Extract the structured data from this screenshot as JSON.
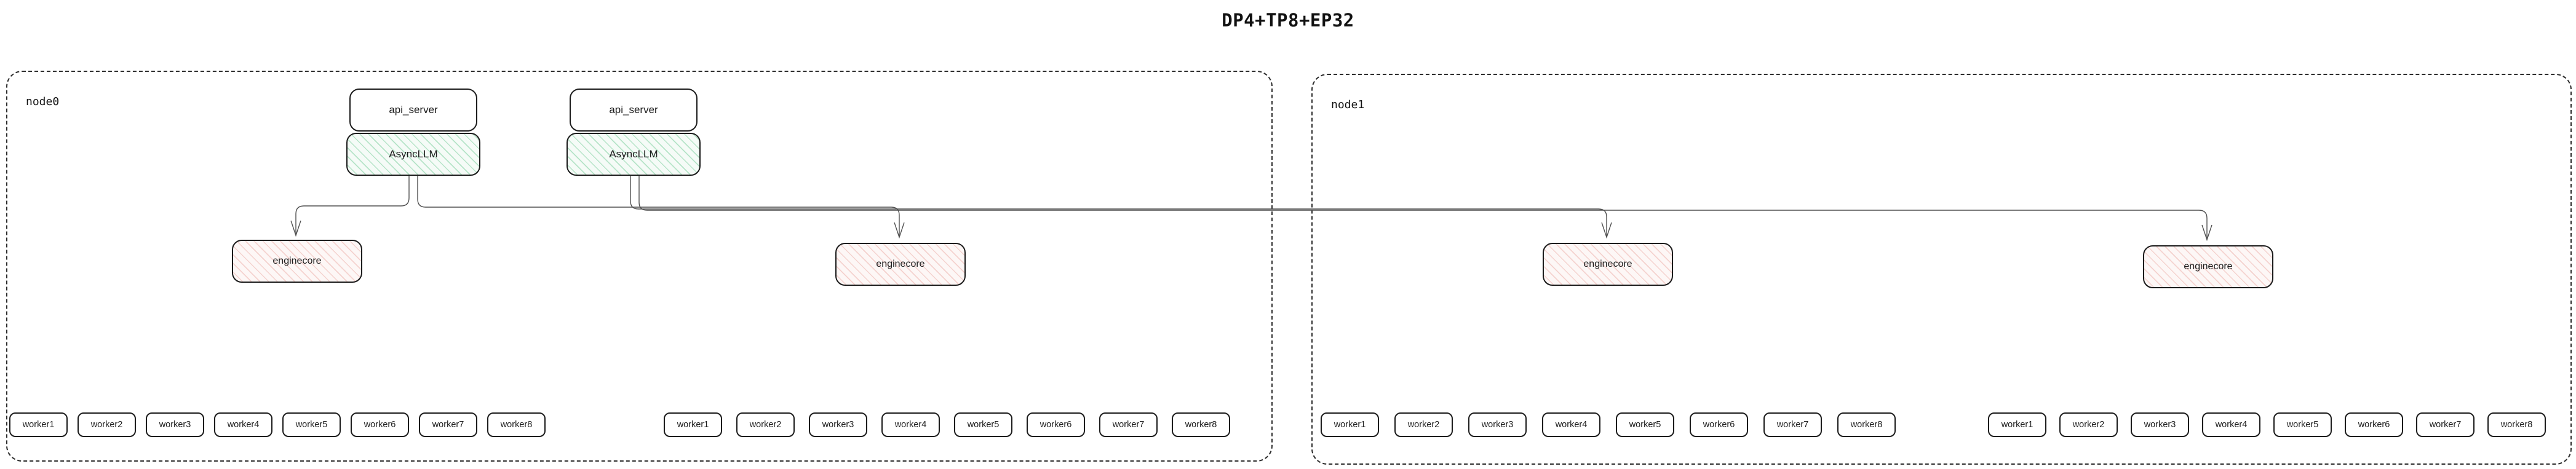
{
  "title": "DP4+TP8+EP32",
  "diagram": {
    "nodes": [
      {
        "label": "node0",
        "stacks": [
          {
            "api": "api_server",
            "async": "AsyncLLM"
          },
          {
            "api": "api_server",
            "async": "AsyncLLM"
          }
        ],
        "enginecores": [
          "enginecore",
          "enginecore"
        ],
        "worker_groups": [
          [
            "worker1",
            "worker2",
            "worker3",
            "worker4",
            "worker5",
            "worker6",
            "worker7",
            "worker8"
          ],
          [
            "worker1",
            "worker2",
            "worker3",
            "worker4",
            "worker5",
            "worker6",
            "worker7",
            "worker8"
          ]
        ]
      },
      {
        "label": "node1",
        "stacks": [],
        "enginecores": [
          "enginecore",
          "enginecore"
        ],
        "worker_groups": [
          [
            "worker1",
            "worker2",
            "worker3",
            "worker4",
            "worker5",
            "worker6",
            "worker7",
            "worker8"
          ],
          [
            "worker1",
            "worker2",
            "worker3",
            "worker4",
            "worker5",
            "worker6",
            "worker7",
            "worker8"
          ]
        ]
      }
    ],
    "colors": {
      "async_fill": "#f5fbf7",
      "async_hatch": "#69c88f",
      "enginecore_fill": "#fdf7f6",
      "enginecore_hatch": "#e89b94",
      "box_border": "#1c1c1c",
      "container_border": "#2e2e2e",
      "connector": "#4f4f4f"
    }
  }
}
